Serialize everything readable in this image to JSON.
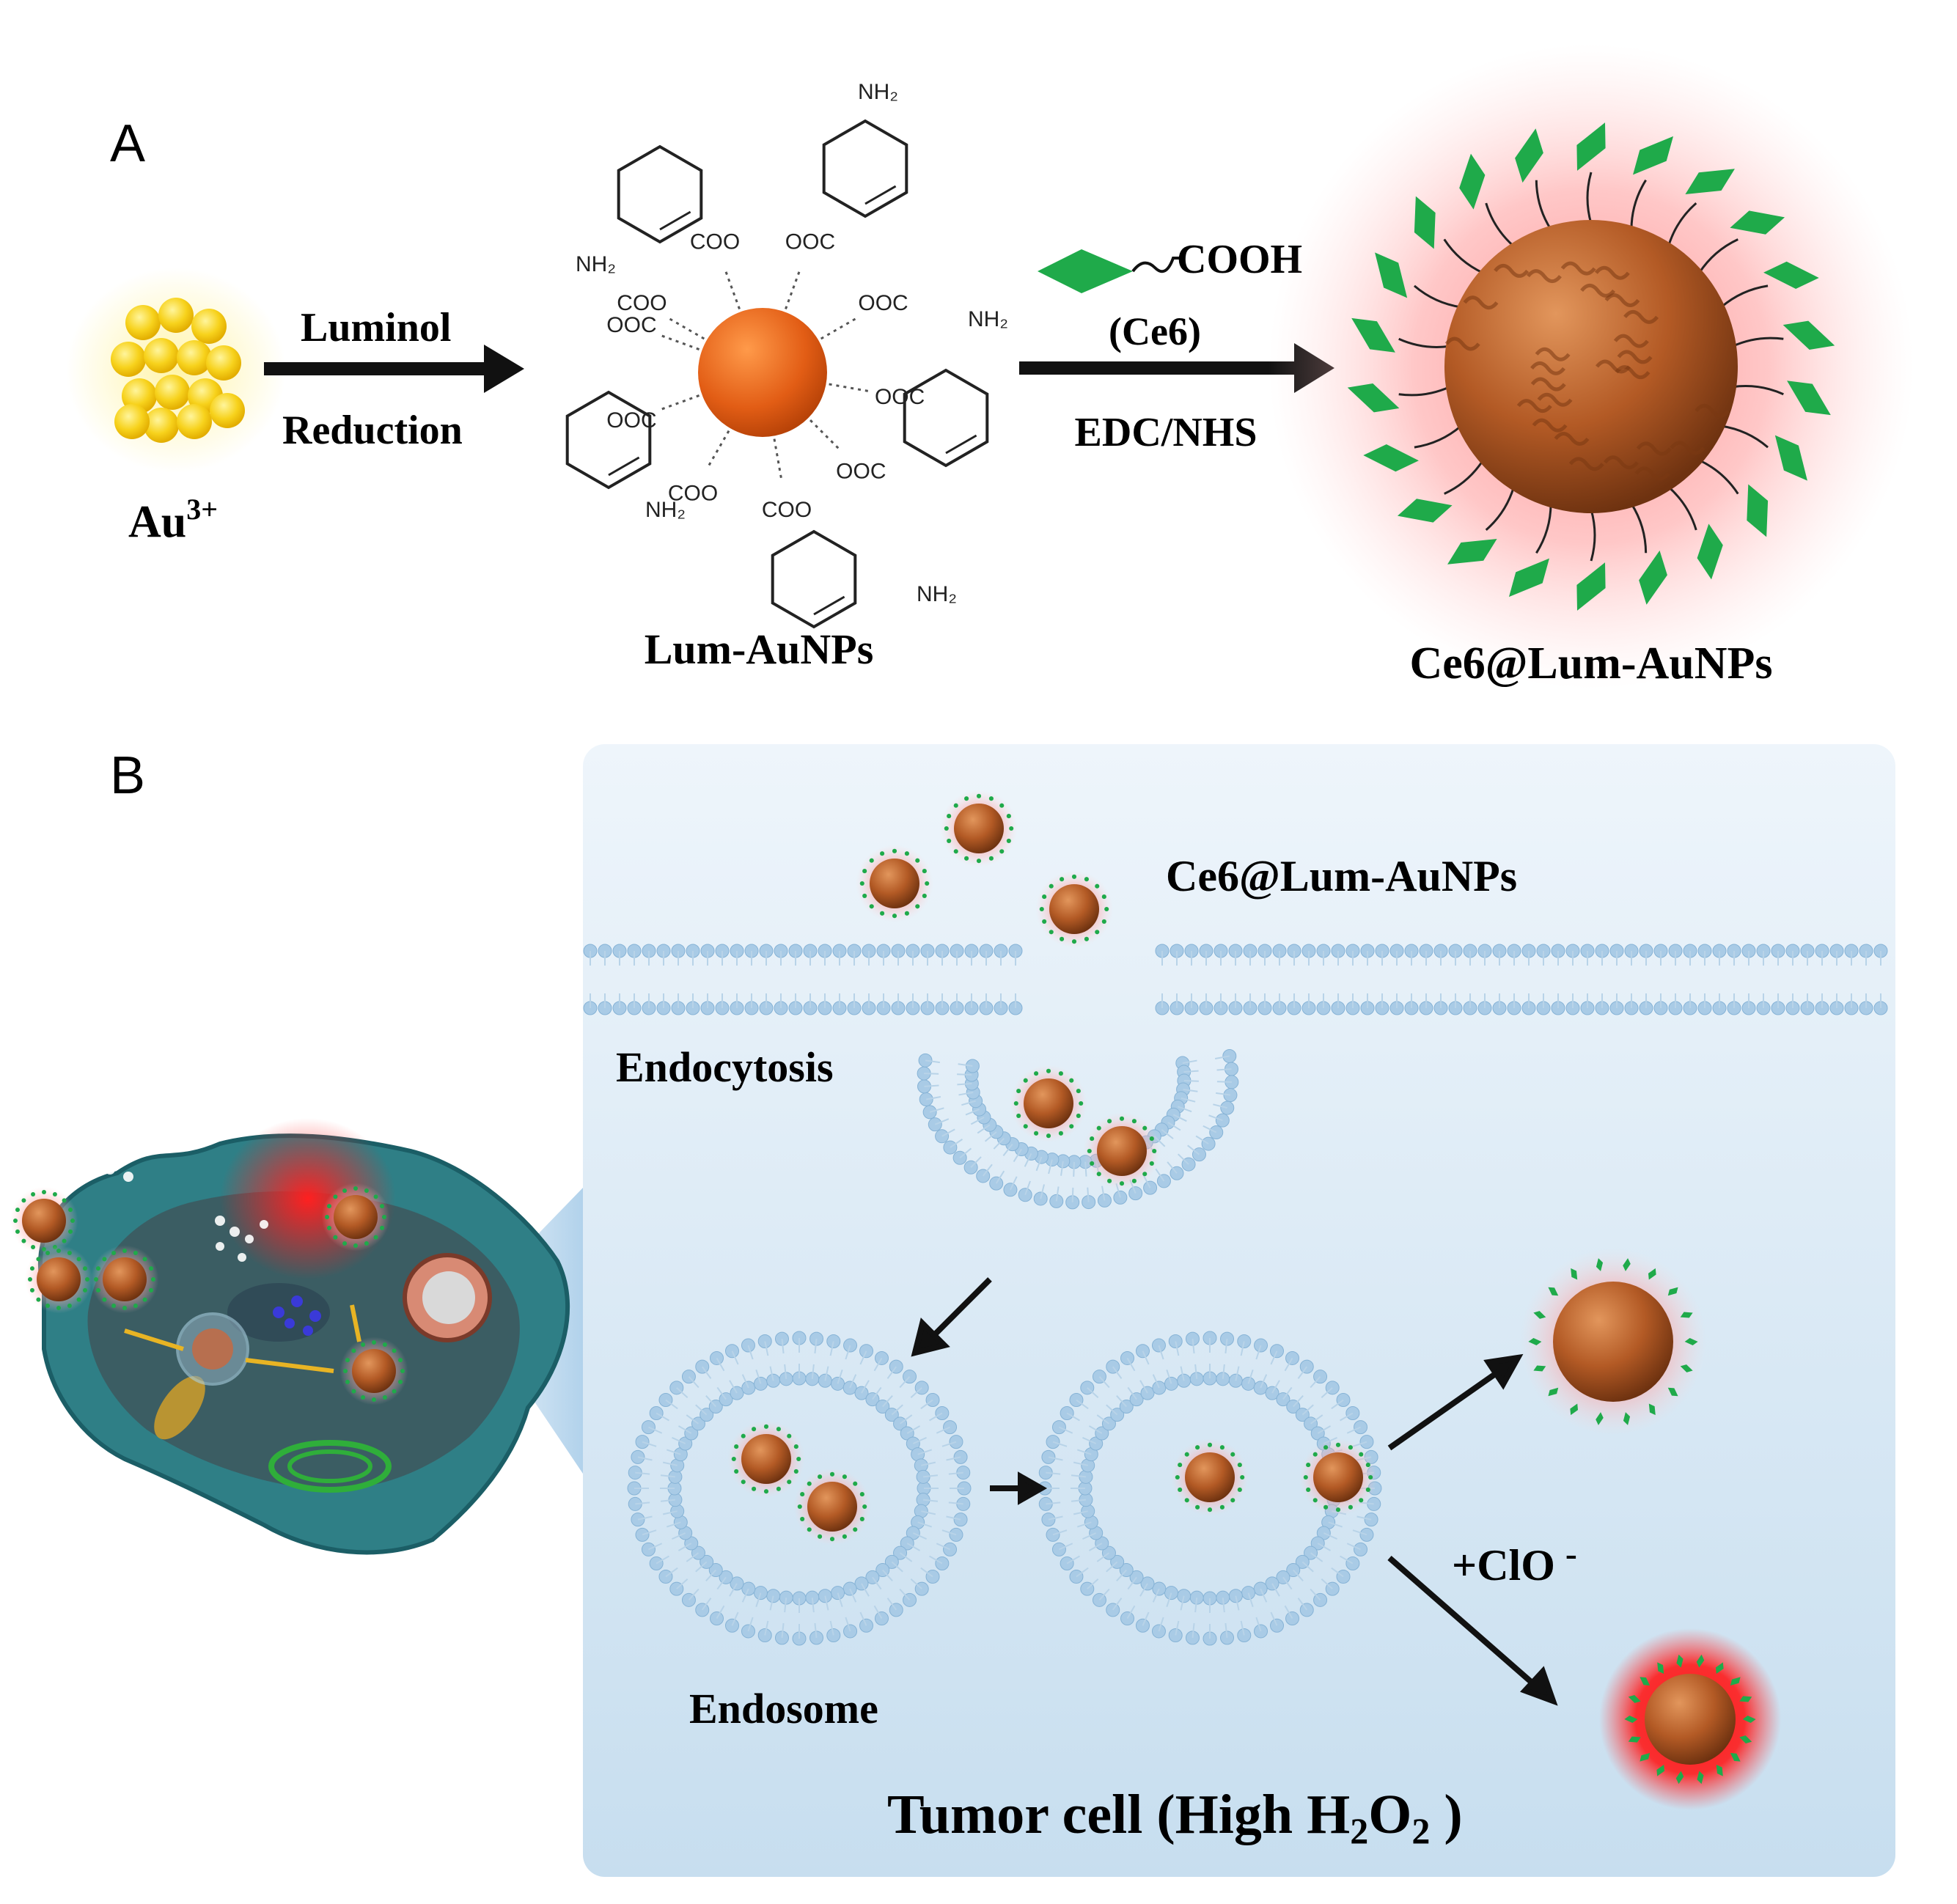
{
  "panel_a": {
    "letter": "A",
    "precursor_label": "Au",
    "precursor_charge": "3+",
    "step1_top": "Luminol",
    "step1_bottom": "Reduction",
    "intermediate_label": "Lum-AuNPs",
    "reagent_group": "COOH",
    "reagent_name": "(Ce6)",
    "step2_bottom": "EDC/NHS",
    "product_label": "Ce6@Lum-AuNPs",
    "ligand_groups": [
      "COO",
      "COO",
      "OOC",
      "OOC",
      "OOC",
      "OOC",
      "COO",
      "COO",
      "OOC",
      "OOC"
    ],
    "amine_label": "NH₂"
  },
  "panel_b": {
    "letter": "B",
    "particles_label": "Ce6@Lum-AuNPs",
    "endocytosis_label": "Endocytosis",
    "endosome_label": "Endosome",
    "trigger_label": "+ClO",
    "trigger_charge": "-",
    "cell_title_prefix": "Tumor cell (High H",
    "cell_title_sub1": "2",
    "cell_title_mid": "O",
    "cell_title_sub2": "2",
    "cell_title_suffix": " )"
  },
  "colors": {
    "gold": "#f5d31e",
    "gold_core": "#e0621a",
    "nanoparticle": "#b5582a",
    "ce6_green": "#1faa4a",
    "glow_red": "#ff3030",
    "membrane": "#a9cbe6",
    "panel_bg": "#dcebf5",
    "cell_teal": "#2f7f86"
  }
}
